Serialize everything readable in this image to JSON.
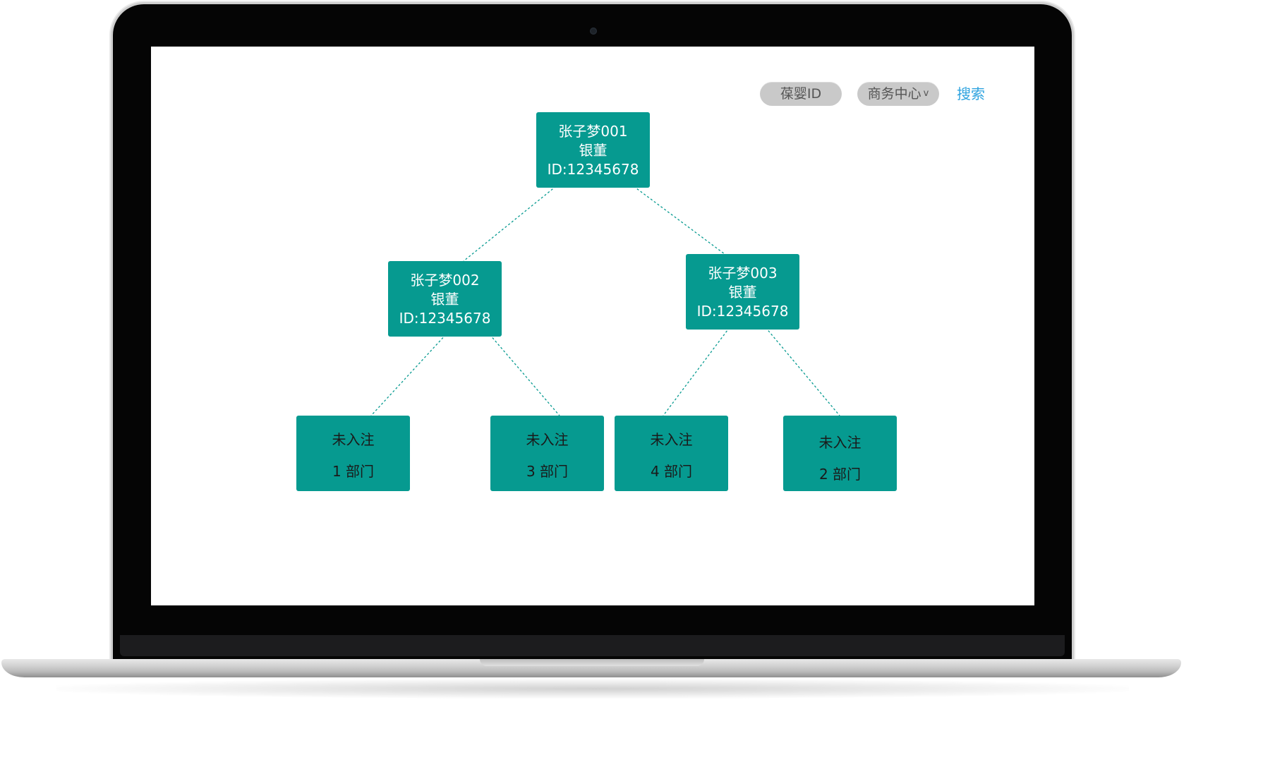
{
  "toolbar": {
    "id_pill": "葆婴ID",
    "dept_pill": "商务中心",
    "dept_chevron": "v",
    "search_link": "搜索"
  },
  "tree": {
    "root": {
      "name": "张子梦001",
      "title": "银董",
      "id_text": "ID:12345678"
    },
    "left": {
      "name": "张子梦002",
      "title": "银董",
      "id_text": "ID:12345678"
    },
    "right": {
      "name": "张子梦003",
      "title": "银董",
      "id_text": "ID:12345678"
    },
    "leaves": [
      {
        "status": "未入注",
        "dept": "1 部门"
      },
      {
        "status": "未入注",
        "dept": "3 部门"
      },
      {
        "status": "未入注",
        "dept": "4 部门"
      },
      {
        "status": "未入注",
        "dept": "2 部门"
      }
    ]
  },
  "colors": {
    "node_fill": "#069a90",
    "link": "#069a90",
    "search_link": "#2ea3df",
    "pill_bg": "#c9c9c9"
  }
}
